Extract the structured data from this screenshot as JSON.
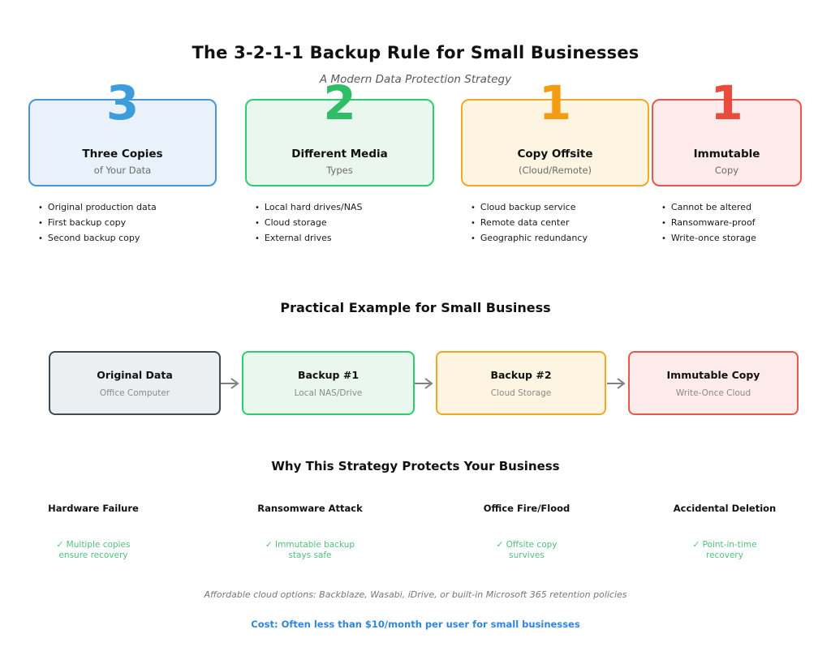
{
  "header": {
    "title": "The 3-2-1-1 Backup Rule for Small Businesses",
    "subtitle": "A Modern Data Protection Strategy"
  },
  "rule_cards": [
    {
      "number": "3",
      "title": "Three Copies",
      "subtitle": "of Your Data",
      "accent_color": "#3d9ddb",
      "border_color": "#4a95d6",
      "bg_color": "#e9f2fb",
      "bullets": [
        "Original production data",
        "First backup copy",
        "Second backup copy"
      ]
    },
    {
      "number": "2",
      "title": "Different Media",
      "subtitle": "Types",
      "accent_color": "#2fbe66",
      "border_color": "#2ecc71",
      "bg_color": "#e9f7ef",
      "bullets": [
        "Local hard drives/NAS",
        "Cloud storage",
        "External drives"
      ]
    },
    {
      "number": "1",
      "title": "Copy Offsite",
      "subtitle": "(Cloud/Remote)",
      "accent_color": "#f39c12",
      "border_color": "#f5a623",
      "bg_color": "#fdf5e2",
      "bullets": [
        "Cloud backup service",
        "Remote data center",
        "Geographic redundancy"
      ]
    },
    {
      "number": "1",
      "title": "Immutable",
      "subtitle": "Copy",
      "accent_color": "#e74c3c",
      "border_color": "#e8584a",
      "bg_color": "#fdeaea",
      "bullets": [
        "Cannot be altered",
        "Ransomware-proof",
        "Write-once storage"
      ]
    }
  ],
  "example": {
    "title": "Practical Example for Small Business",
    "arrow_icon": "arrow-right",
    "arrow_color": "#7f7f7f",
    "flow": [
      {
        "title": "Original Data",
        "subtitle": "Office Computer",
        "border_color": "#3f4a52",
        "bg_color": "#eceff1"
      },
      {
        "title": "Backup #1",
        "subtitle": "Local NAS/Drive",
        "border_color": "#2ecc71",
        "bg_color": "#e9f7ef"
      },
      {
        "title": "Backup #2",
        "subtitle": "Cloud Storage",
        "border_color": "#f5a623",
        "bg_color": "#fdf5e2"
      },
      {
        "title": "Immutable Copy",
        "subtitle": "Write-Once Cloud",
        "border_color": "#e8584a",
        "bg_color": "#fdeaea"
      }
    ]
  },
  "why": {
    "title": "Why This Strategy Protects Your Business",
    "check_color": "#52c17e",
    "columns": [
      {
        "risk": "Hardware Failure",
        "benefit": "✓ Multiple copies\nensure recovery"
      },
      {
        "risk": "Ransomware Attack",
        "benefit": "✓ Immutable backup\nstays safe"
      },
      {
        "risk": "Office Fire/Flood",
        "benefit": "✓ Offsite copy\nsurvives"
      },
      {
        "risk": "Accidental Deletion",
        "benefit": "✓ Point-in-time\nrecovery"
      }
    ]
  },
  "footer": {
    "note": "Affordable cloud options: Backblaze, Wasabi, iDrive, or built-in Microsoft 365 retention policies",
    "cost": "Cost: Often less than $10/month per user for small businesses",
    "cost_color": "#2e86de"
  }
}
